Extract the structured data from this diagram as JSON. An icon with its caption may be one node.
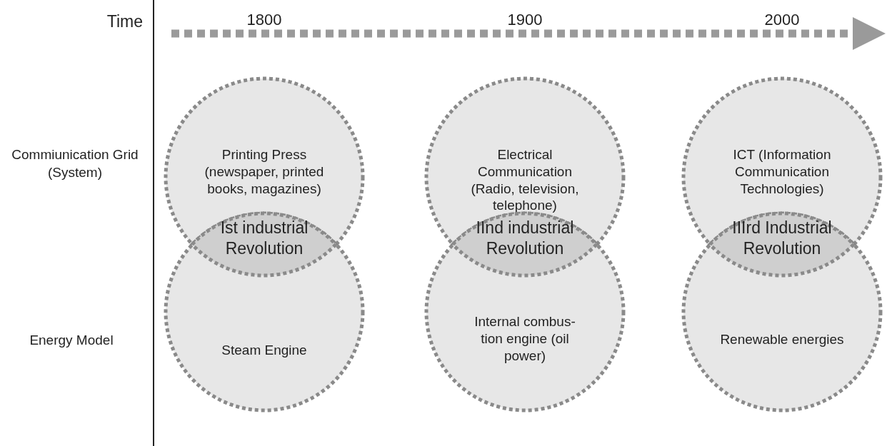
{
  "diagram": {
    "nodes": [
      {
        "text": [
          "Printing Press (newspaper, printed books, magazines)"
        ]
      },
      {
        "text": [
          "Ist industrial Revolution"
        ]
      },
      {
        "text": [
          "Steam Engine"
        ]
      },
      {
        "text": [
          "Electrical Communication (Radio, television, telephone)"
        ]
      },
      {
        "text": [
          "IInd industrial Revolution"
        ]
      },
      {
        "text": [
          "Internal combus- tion engine (oil power)"
        ]
      },
      {
        "text": [
          "ICT (Information Communication Technologies)"
        ]
      },
      {
        "text": [
          "IIIrd Industrial Revolution"
        ]
      },
      {
        "text": [
          "Renewable energies"
        ]
      }
    ],
    "labels": [
      "Time",
      "1800",
      "1900",
      "2000",
      "Commiunication Grid (System)",
      "Energy Model"
    ]
  }
}
